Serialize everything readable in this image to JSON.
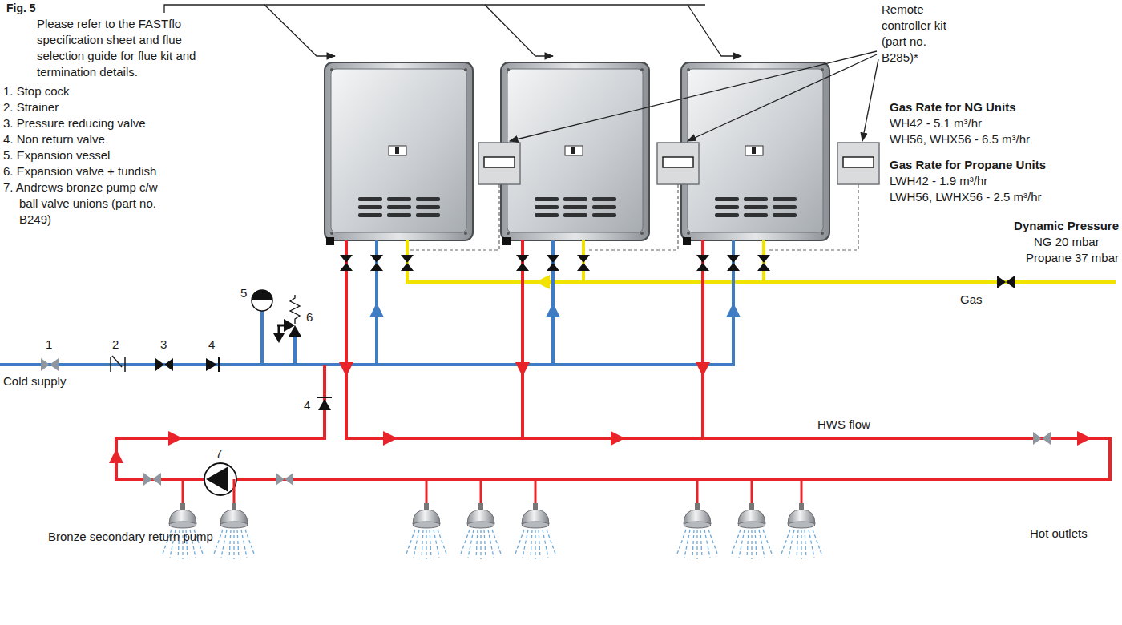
{
  "diagram": {
    "title": "Fig. 5",
    "labels": [
      "Please refer to the FASTflo specification sheet and flue selection guide for flue kit and termination details.",
      "1. Stop cock",
      "2. Strainer",
      "3. Pressure reducing valve",
      "4. Non return valve",
      "5. Expansion vessel",
      "6. Expansion valve + tundish",
      "7. Andrews bronze pump c/w ball valve unions (part no. B249)",
      "Remote controller kit (part no. B285)*",
      "Gas Rate for NG Units",
      "WH42 - 5.1 m³/hr",
      "WH56, WHX56 - 6.5 m³/hr",
      "Gas Rate for Propane Units",
      "LWH42 - 1.9 m³/hr",
      "LWH56, LWHX56 - 2.5 m³/hr",
      "Dynamic Pressure",
      "NG 20 mbar",
      "Propane 37 mbar",
      "Gas",
      "Cold supply",
      "HWS flow",
      "Hot outlets",
      "Bronze secondary return pump",
      "1",
      "2",
      "3",
      "4",
      "5",
      "6",
      "4",
      "7"
    ]
  }
}
